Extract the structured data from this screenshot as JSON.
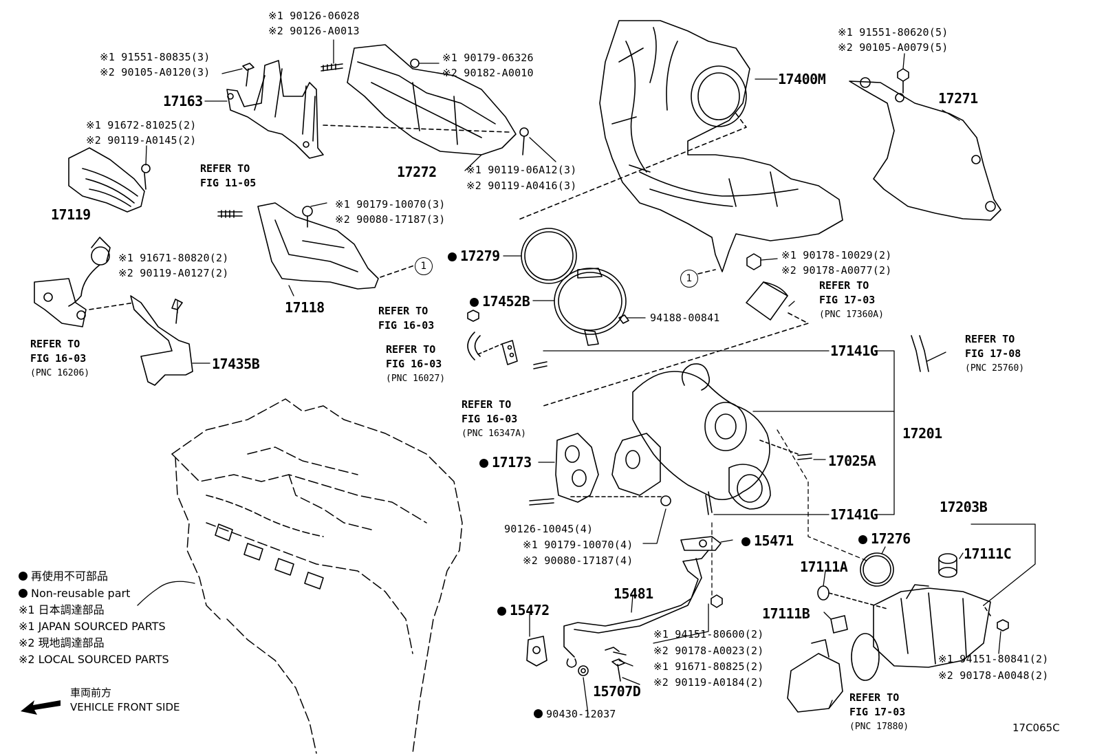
{
  "fig_id": "17C065C",
  "parts": {
    "p17163": "17163",
    "p17119": "17119",
    "p17272": "17272",
    "p17118": "17118",
    "p17435B": "17435B",
    "p17400M": "17400M",
    "p17271": "17271",
    "p17279": "17279",
    "p17452B": "17452B",
    "p17141G_top": "17141G",
    "p17201": "17201",
    "p17025A": "17025A",
    "p17141G_bot": "17141G",
    "p17173": "17173",
    "p17203B": "17203B",
    "p17276": "17276",
    "p17111C": "17111C",
    "p17111A": "17111A",
    "p17111B": "17111B",
    "p15471": "15471",
    "p15481": "15481",
    "p15472": "15472",
    "p15707D": "15707D",
    "p90430": "90430-12037",
    "p94188": "94188-00841",
    "p90126_10045": "90126-10045(4)"
  },
  "codes": {
    "c_90126_06028": "※1 90126-06028",
    "c_90126_A0013": "※2 90126-A0013",
    "c_91551_80835": "※1 91551-80835(3)",
    "c_90105_A0120": "※2 90105-A0120(3)",
    "c_90179_06326": "※1 90179-06326",
    "c_90182_A0010": "※2 90182-A0010",
    "c_91672_81025": "※1 91672-81025(2)",
    "c_90119_A0145": "※2 90119-A0145(2)",
    "c_90119_06A12": "※1 90119-06A12(3)",
    "c_90119_A0416": "※2 90119-A0416(3)",
    "c_90179_10070a": "※1 90179-10070(3)",
    "c_90080_17187a": "※2 90080-17187(3)",
    "c_91671_80820": "※1 91671-80820(2)",
    "c_90119_A0127": "※2 90119-A0127(2)",
    "c_91551_80620": "※1 91551-80620(5)",
    "c_90105_A0079": "※2 90105-A0079(5)",
    "c_90178_10029": "※1 90178-10029(2)",
    "c_90178_A0077": "※2 90178-A0077(2)",
    "c_90179_10070b": "※1 90179-10070(4)",
    "c_90080_17187b": "※2 90080-17187(4)",
    "c_94151_80600": "※1 94151-80600(2)",
    "c_90178_A0023": "※2 90178-A0023(2)",
    "c_91671_80825": "※1 91671-80825(2)",
    "c_90119_A0184": "※2 90119-A0184(2)",
    "c_94151_80841": "※1 94151-80841(2)",
    "c_90178_A0048": "※2 90178-A0048(2)"
  },
  "refers": {
    "r_11_05": {
      "l1": "REFER TO",
      "l2": "FIG 11-05"
    },
    "r_16_03_a": {
      "l1": "REFER TO",
      "l2": "FIG 16-03",
      "l3": "(PNC 16206)"
    },
    "r_16_03_b": {
      "l1": "REFER TO",
      "l2": "FIG 16-03"
    },
    "r_16_03_c": {
      "l1": "REFER TO",
      "l2": "FIG 16-03",
      "l3": "(PNC 16027)"
    },
    "r_16_03_d": {
      "l1": "REFER TO",
      "l2": "FIG 16-03",
      "l3": "(PNC 16347A)"
    },
    "r_17_03_a": {
      "l1": "REFER TO",
      "l2": "FIG 17-03",
      "l3": "(PNC 17360A)"
    },
    "r_17_08": {
      "l1": "REFER TO",
      "l2": "FIG 17-08",
      "l3": "(PNC 25760)"
    },
    "r_17_03_b": {
      "l1": "REFER TO",
      "l2": "FIG 17-03",
      "l3": "(PNC 17880)"
    }
  },
  "circle_ref": "1",
  "legend": {
    "jp_nonreusable": "再使用不可部品",
    "en_nonreusable": "Non-reusable part",
    "jp_japan": "※1 日本調達部品",
    "en_japan": "※1 JAPAN SOURCED PARTS",
    "jp_local": "※2 現地調達部品",
    "en_local": "※2 LOCAL SOURCED PARTS",
    "jp_front": "車両前方",
    "en_front": "VEHICLE FRONT SIDE"
  }
}
